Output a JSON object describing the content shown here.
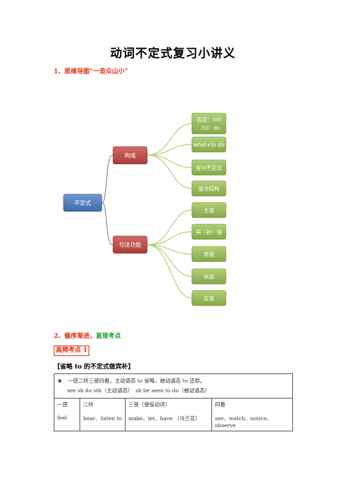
{
  "doc": {
    "title": "动词不定式复习小讲义",
    "section1": "1、思维导图“一览众山小”",
    "section2_part1": "2、循序渐进，",
    "section2_part2": "直接考点",
    "badge": "高频考点 1",
    "subtitle": "【省略 to 的不定式做宾补】"
  },
  "mindmap": {
    "root": "不定式",
    "branch1": "构成",
    "branch2": "句法功能",
    "leaves1": [
      {
        "line1": "否定：not",
        "line2": "（to）do"
      },
      {
        "line1": "what+to do"
      },
      {
        "line1": "省to不定式"
      },
      {
        "line1": "复合结构"
      }
    ],
    "leaves2": [
      "主语",
      "宾（补）语",
      "表语",
      "状语",
      "定语"
    ],
    "colors": {
      "root": "#4f81bd",
      "branch": "#c0504d",
      "leaf": "#9bbb59"
    }
  },
  "table": {
    "note": "★　一感二听三使四看，主动语态 to 省略，被动语态 to 还原。",
    "example": "see sb do sth（主动语态）　sb be seen to do（被动语态）",
    "columns": [
      {
        "head": "一感",
        "body": "feel"
      },
      {
        "head": "二听",
        "body": "hear、listen to"
      },
      {
        "head": "三使（使役动词）",
        "body": "make、let、have （马兰花）"
      },
      {
        "head": "四看",
        "body": "see、watch、notice、observe"
      }
    ]
  }
}
